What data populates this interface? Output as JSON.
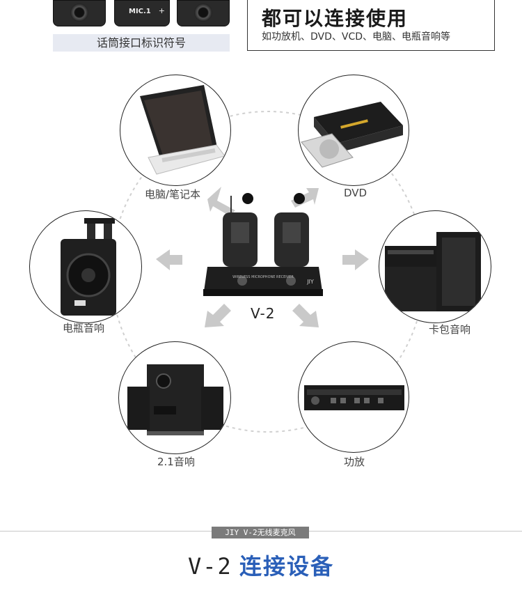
{
  "top": {
    "jack_label": "MIC.1",
    "jack_caption": "话筒接口标识符号",
    "intro_top_text": "都可以连接使用",
    "intro_title": "都可以连接使用",
    "intro_sub": "如功放机、DVD、VCD、电脑、电瓶音响等"
  },
  "devices": [
    {
      "label": "电脑/笔记本"
    },
    {
      "label": "DVD"
    },
    {
      "label": "电瓶音响"
    },
    {
      "label": "卡包音响"
    },
    {
      "label": "2.1音响"
    },
    {
      "label": "功放"
    }
  ],
  "center": {
    "model_label": "V-2",
    "panel_text": "WIRELESS MICROPHONE RECEIVER",
    "brand": "JIY"
  },
  "footer": {
    "tag": "JIY V-2无线麦克风",
    "model": "V-2",
    "title": "连接设备"
  },
  "colors": {
    "accent": "#2a5fb8",
    "arrow": "#c9c9c9",
    "ring": "#d0d0d0"
  }
}
